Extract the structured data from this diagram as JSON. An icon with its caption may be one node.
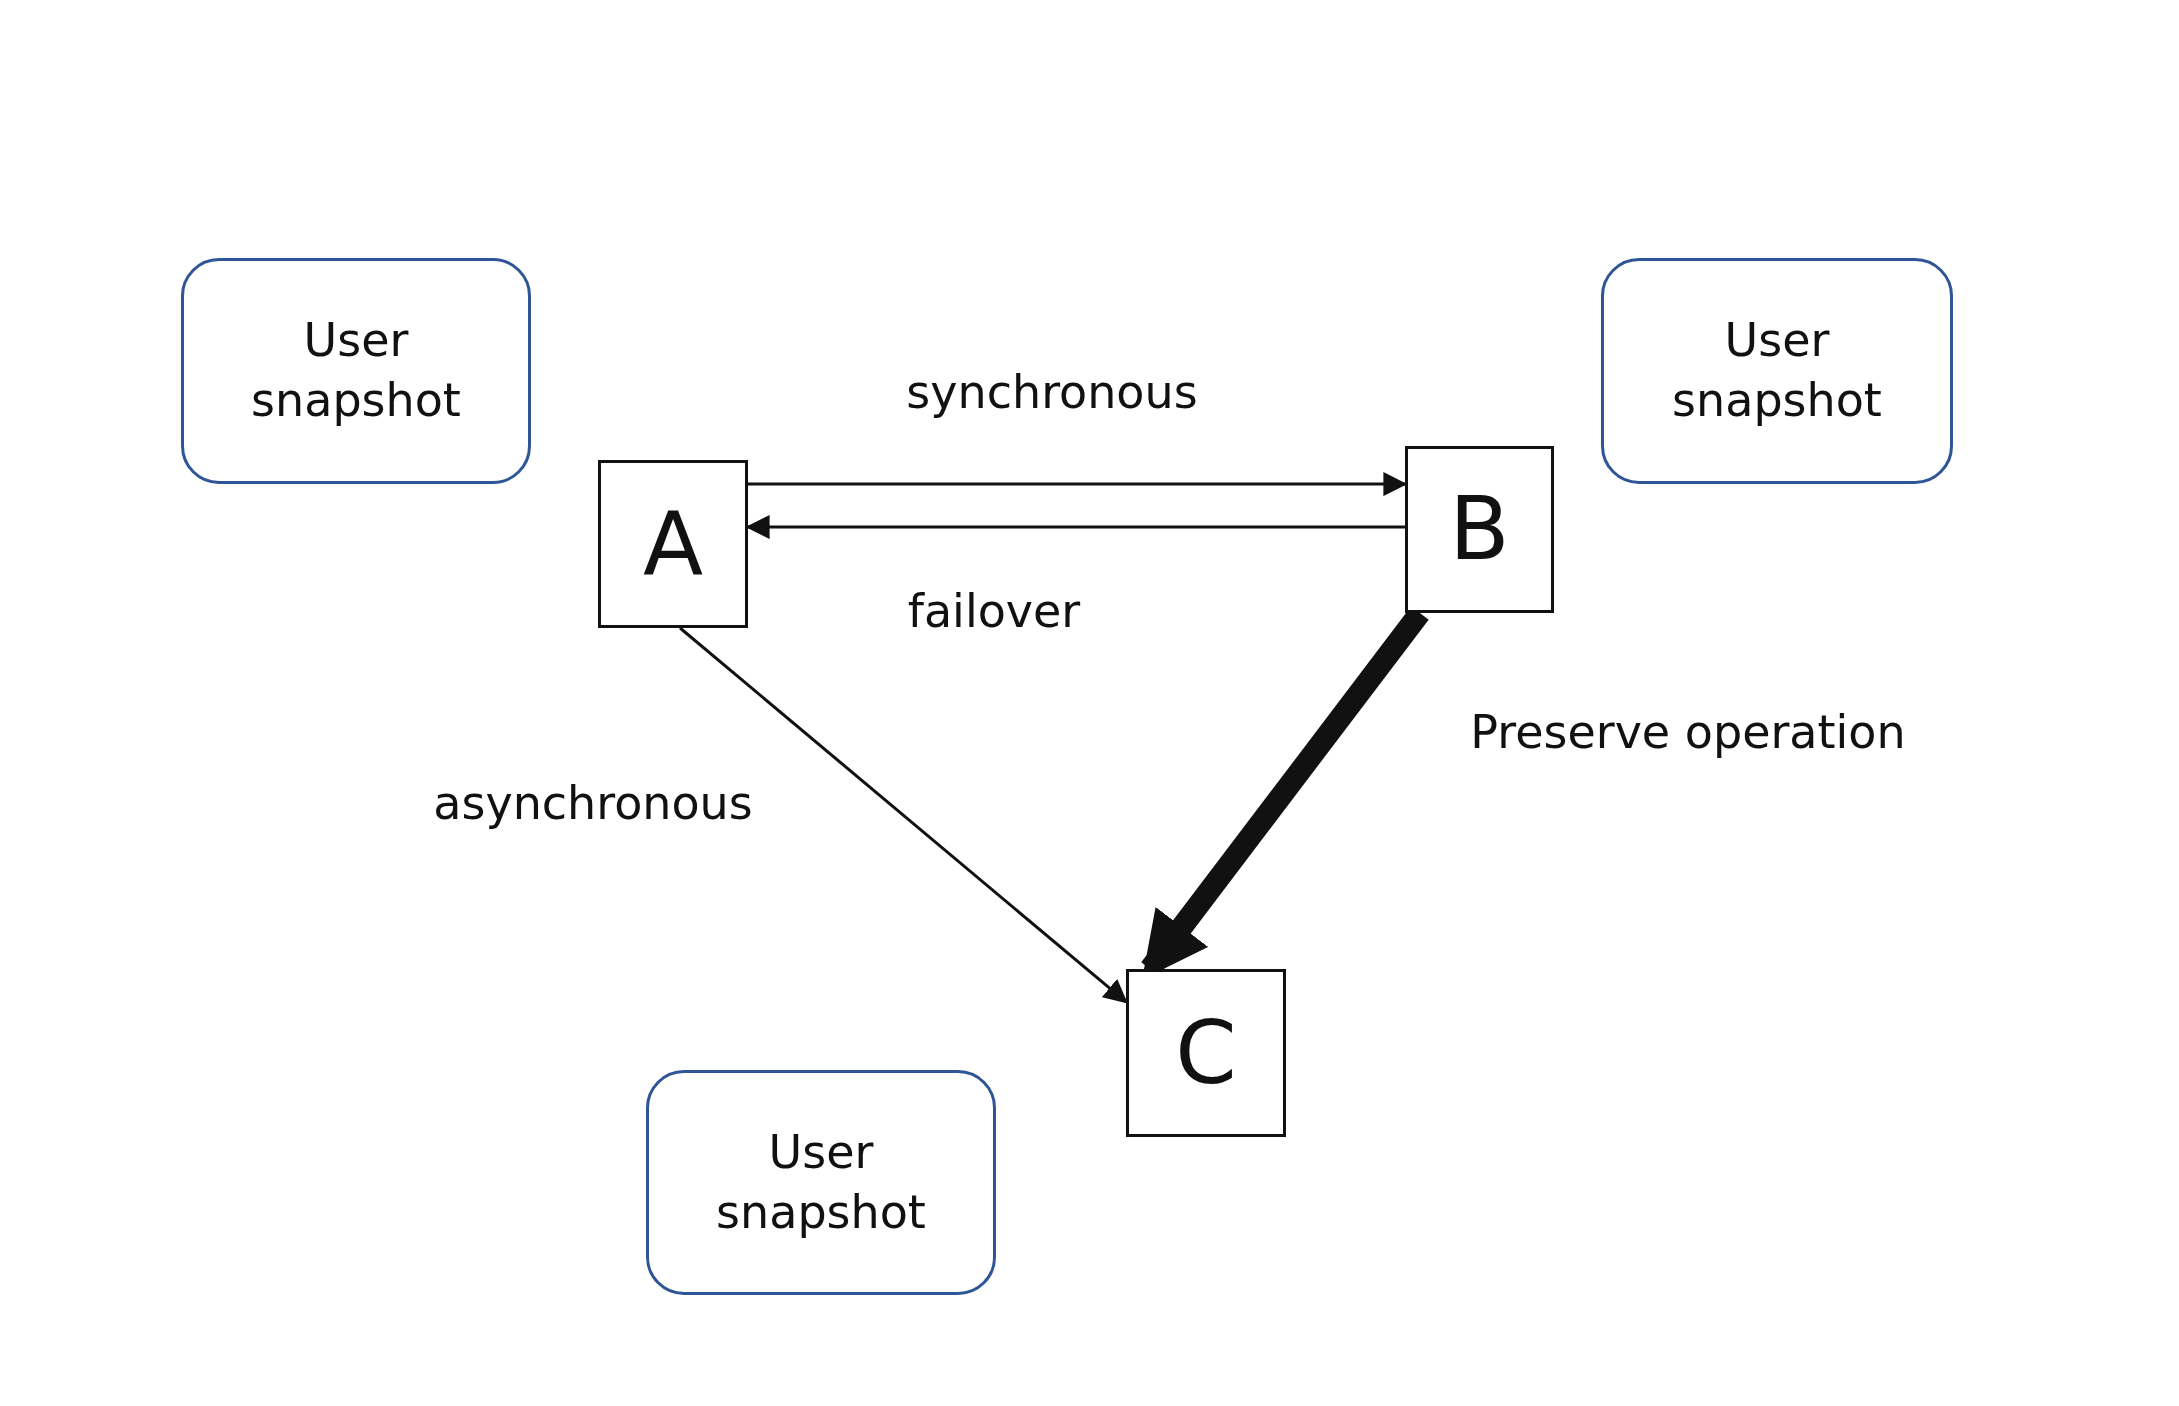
{
  "diagram": {
    "nodes": [
      {
        "text": [
          "User snapshot"
        ]
      },
      {
        "text": [
          "User snapshot"
        ]
      },
      {
        "text": [
          "A"
        ]
      },
      {
        "text": [
          "B"
        ]
      },
      {
        "text": [
          "C"
        ]
      },
      {
        "text": [
          "User snapshot"
        ]
      }
    ],
    "edges": [
      {
        "from": 2,
        "to": 3,
        "arrow": "to",
        "label": "synchronous"
      },
      {
        "from": 3,
        "to": 2,
        "arrow": "to",
        "label": "failover"
      },
      {
        "from": 2,
        "to": 4,
        "arrow": "to",
        "label": "asynchronous"
      },
      {
        "from": 3,
        "to": 4,
        "arrow": "to",
        "label": "Preserve operation",
        "style": "thick"
      }
    ]
  }
}
